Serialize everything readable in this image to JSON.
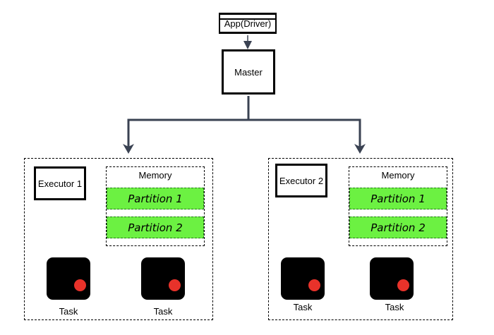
{
  "driver": {
    "label": "App(Driver)"
  },
  "master": {
    "label": "Master"
  },
  "workers": [
    {
      "executor_label": "Executor 1",
      "memory_label": "Memory",
      "partitions": [
        "Partition 1",
        "Partition 2"
      ],
      "tasks": [
        "Task",
        "Task"
      ]
    },
    {
      "executor_label": "Executor 2",
      "memory_label": "Memory",
      "partitions": [
        "Partition 1",
        "Partition 2"
      ],
      "tasks": [
        "Task",
        "Task"
      ]
    }
  ],
  "colors": {
    "partition_fill": "#6cf142",
    "task_dot": "#e8322a",
    "arrow": "#3a4252"
  }
}
